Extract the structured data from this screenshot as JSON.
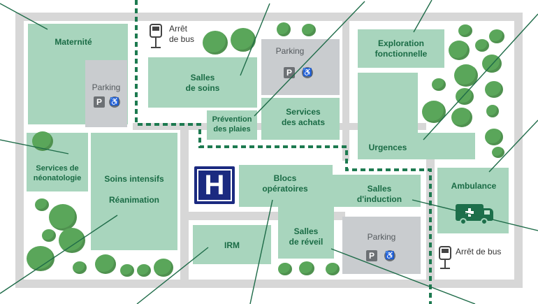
{
  "buildings": {
    "maternite": "Maternité",
    "salles_de_soins": "Salles\nde soins",
    "prevention": "Prévention\ndes plaies",
    "services_achats": "Services\ndes achats",
    "exploration": "Exploration\nfonctionnelle",
    "urgences": "Urgences",
    "neonatologie": "Services de\nnéonatologie",
    "soins_intensifs": "Soins intensifs",
    "reanimation": "Réanimation",
    "blocs": "Blocs\nopératoires",
    "salles_induction": "Salles\nd'induction",
    "ambulance": "Ambulance",
    "irm": "IRM",
    "salles_reveil": "Salles\nde réveil"
  },
  "parking": {
    "label": "Parking",
    "p_symbol": "P",
    "wheelchair_symbol": "♿"
  },
  "bus_stops": {
    "top": "Arrêt\nde bus",
    "right": "Arrêt de bus"
  },
  "hospital_symbol": "H",
  "colors": {
    "building": "#a8d5bd",
    "building_text": "#1a6b45",
    "road": "#d7d7d7",
    "parking": "#c9cccf",
    "path": "#1d7a50",
    "hospital_sign": "#1b2a80",
    "tree": "#5aa65a",
    "callout_line": "#1e6b48"
  },
  "icons": [
    "bus-stop-icon",
    "parking-icon",
    "wheelchair-icon",
    "hospital-icon",
    "ambulance-icon",
    "tree-icon"
  ]
}
